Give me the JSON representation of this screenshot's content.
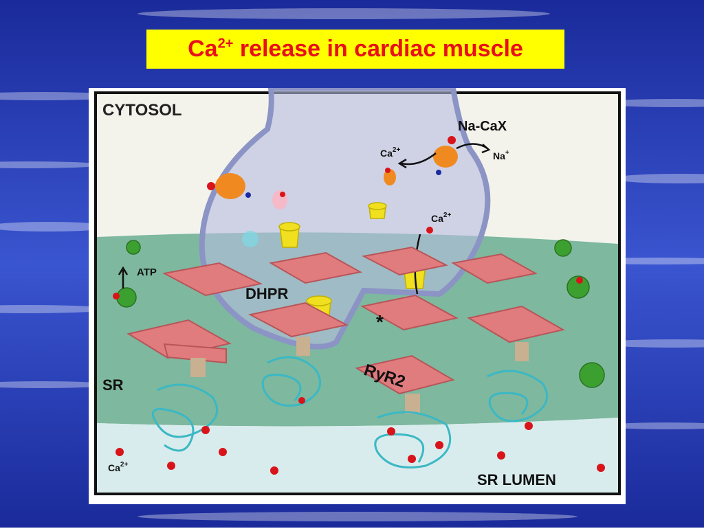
{
  "slide": {
    "title_main": "Ca",
    "title_sup": "2+",
    "title_rest": " release in cardiac muscle"
  },
  "diagram": {
    "labels": {
      "cytosol": "CYTOSOL",
      "na_cax": "Na-CaX",
      "ca_left": "Ca",
      "ca_left_sup": "2+",
      "na": "Na",
      "na_sup": "+",
      "ca_mid": "Ca",
      "ca_mid_sup": "2+",
      "atp": "ATP",
      "dhpr": "DHPR",
      "asterisk": "*",
      "ryr2": "RyR2",
      "sr": "SR",
      "ca_bottom": "Ca",
      "ca_bottom_sup": "2+",
      "sr_lumen": "SR LUMEN"
    },
    "colors": {
      "background_blue": "#2a3fc0",
      "title_bg": "#ffff00",
      "title_text": "#e8101a",
      "cytosol": "#f2f2ea",
      "sr_membrane": "#7fb8a0",
      "sr_lumen": "#d8ecee",
      "ryr2": "#e07b7e",
      "dhpr": "#f0e020",
      "calsequestrin": "#3bb8c4",
      "calcium": "#d8141a",
      "serca": "#3ca030",
      "exchanger": "#f08a20"
    }
  }
}
